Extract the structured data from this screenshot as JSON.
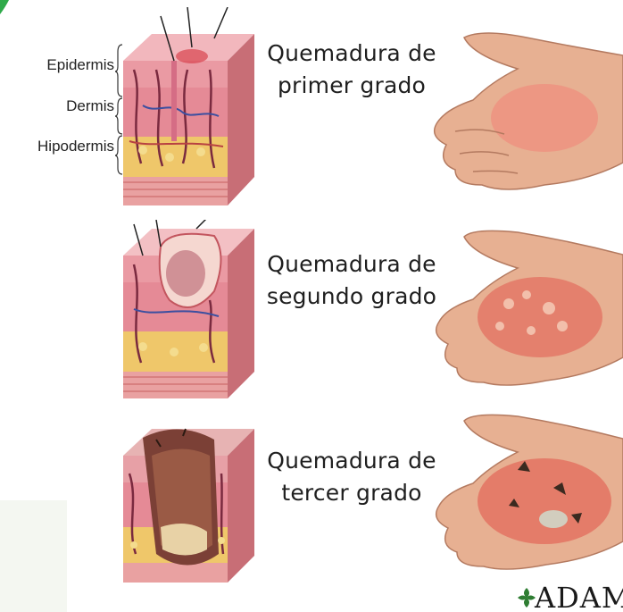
{
  "layers": {
    "epidermis": "Epidermis",
    "dermis": "Dermis",
    "hypodermis": "Hipodermis"
  },
  "rows": [
    {
      "line1": "Quemadura de",
      "line2": "primer grado"
    },
    {
      "line1": "Quemadura de",
      "line2": "segundo grado"
    },
    {
      "line1": "Quemadura de",
      "line2": "tercer grado"
    }
  ],
  "brand": "ADAM",
  "colors": {
    "skin_surface": "#e9a0a6",
    "dermis": "#e98f9b",
    "fat_layer": "#efc76a",
    "muscle": "#e9a1a1",
    "hand_skin": "#e7b092",
    "burn_red": "#e25a4e",
    "char": "#3b2a20",
    "brand_green": "#2e7d32"
  }
}
